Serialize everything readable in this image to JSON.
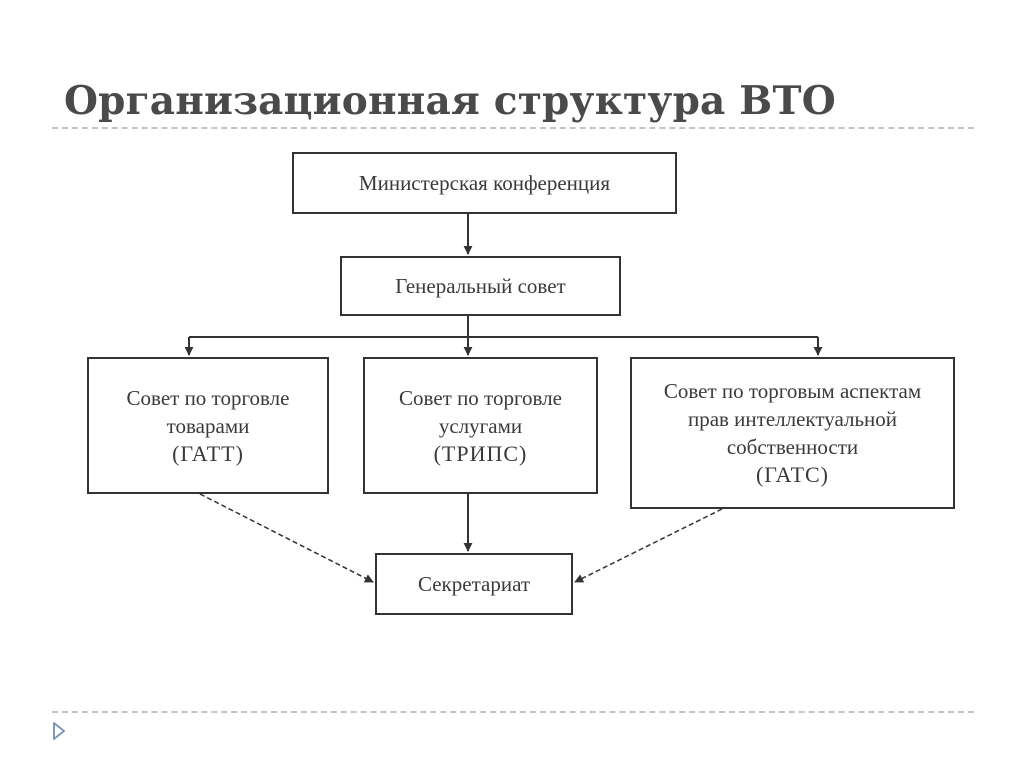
{
  "slide": {
    "title": "Организационная структура ВТО"
  },
  "diagram": {
    "nodes": {
      "ministerial": {
        "lines": [
          "Министерская конференция"
        ]
      },
      "general_council": {
        "lines": [
          "Генеральный совет"
        ]
      },
      "goods_council": {
        "lines": [
          "Совет по торговле",
          "товарами"
        ],
        "abbr": "(ГАТТ)"
      },
      "services_council": {
        "lines": [
          "Совет по торговле",
          "услугами"
        ],
        "abbr": "(ТРИПС)"
      },
      "ip_council": {
        "lines": [
          "Совет по торговым аспектам",
          "прав интеллектуальной",
          "собственности"
        ],
        "abbr": "(ГАТС)"
      },
      "secretariat": {
        "lines": [
          "Секретариат"
        ]
      }
    },
    "edges": [
      {
        "from": "ministerial",
        "to": "general_council",
        "style": "solid"
      },
      {
        "from": "general_council",
        "to": "goods_council",
        "style": "solid"
      },
      {
        "from": "general_council",
        "to": "services_council",
        "style": "solid"
      },
      {
        "from": "general_council",
        "to": "ip_council",
        "style": "solid"
      },
      {
        "from": "services_council",
        "to": "secretariat",
        "style": "solid"
      },
      {
        "from": "goods_council",
        "to": "secretariat",
        "style": "dashed"
      },
      {
        "from": "ip_council",
        "to": "secretariat",
        "style": "dashed"
      }
    ]
  },
  "colors": {
    "title": "#4a4a4a",
    "box_border": "#333333",
    "arrow": "#333333",
    "rule": "#c4c4c4",
    "nav_arrow": "#7f97b8"
  },
  "icons": {
    "nav": "triangle-right-icon"
  }
}
